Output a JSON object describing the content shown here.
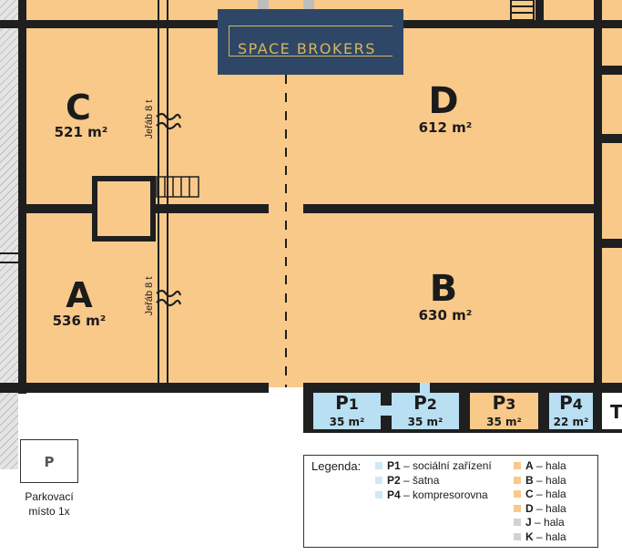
{
  "brand": {
    "name": "SPACE BROKERS"
  },
  "halls": [
    {
      "code": "C",
      "area": "521 m²",
      "crane": "Jeřáb 8 t"
    },
    {
      "code": "D",
      "area": "612 m²"
    },
    {
      "code": "A",
      "area": "536 m²",
      "crane": "Jeřáb 8 t"
    },
    {
      "code": "B",
      "area": "630 m²"
    }
  ],
  "rooms": [
    {
      "code": "P",
      "sub": "1",
      "area": "35 m²"
    },
    {
      "code": "P",
      "sub": "2",
      "area": "35 m²"
    },
    {
      "code": "P",
      "sub": "3",
      "area": "35 m²"
    },
    {
      "code": "P",
      "sub": "4",
      "area": "22 m²"
    },
    {
      "code": "T"
    }
  ],
  "parking": {
    "code": "P",
    "label_line1": "Parkovací",
    "label_line2": "místo 1x"
  },
  "legend": {
    "title": "Legenda:",
    "left_items": [
      {
        "code": "P1",
        "text": " – sociální zařízení"
      },
      {
        "code": "P2",
        "text": " – šatna"
      },
      {
        "code": "P4",
        "text": " – kompresorovna"
      }
    ],
    "right_items": [
      {
        "code": "A",
        "text": " – hala"
      },
      {
        "code": "B",
        "text": " – hala"
      },
      {
        "code": "C",
        "text": " – hala"
      },
      {
        "code": "D",
        "text": " – hala"
      },
      {
        "code": "J",
        "text": " – hala"
      },
      {
        "code": "K",
        "text": " – hala"
      }
    ]
  },
  "colors": {
    "hall_fill": "#f9c98a",
    "room_fill": "#b9dff2",
    "wall": "#1f1f1f",
    "brand_bg": "#2f4766",
    "brand_accent": "#d9b55e",
    "legend_hall": "#f9c98a",
    "legend_room": "#cde9f6",
    "legend_gray": "#d2d2d2"
  }
}
